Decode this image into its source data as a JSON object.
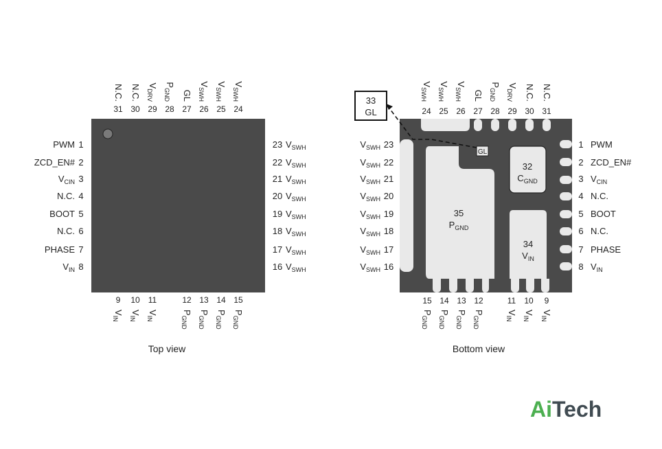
{
  "top_view": {
    "caption": "Top view",
    "left_pins": [
      {
        "num": "1",
        "name": "PWM"
      },
      {
        "num": "2",
        "name": "ZCD_EN#"
      },
      {
        "num": "3",
        "name": "V",
        "sub": "CIN"
      },
      {
        "num": "4",
        "name": "N.C."
      },
      {
        "num": "5",
        "name": "BOOT"
      },
      {
        "num": "6",
        "name": "N.C."
      },
      {
        "num": "7",
        "name": "PHASE"
      },
      {
        "num": "8",
        "name": "V",
        "sub": "IN"
      }
    ],
    "right_pins": [
      {
        "num": "23",
        "name": "V",
        "sub": "SWH"
      },
      {
        "num": "22",
        "name": "V",
        "sub": "SWH"
      },
      {
        "num": "21",
        "name": "V",
        "sub": "SWH"
      },
      {
        "num": "20",
        "name": "V",
        "sub": "SWH"
      },
      {
        "num": "19",
        "name": "V",
        "sub": "SWH"
      },
      {
        "num": "18",
        "name": "V",
        "sub": "SWH"
      },
      {
        "num": "17",
        "name": "V",
        "sub": "SWH"
      },
      {
        "num": "16",
        "name": "V",
        "sub": "SWH"
      }
    ],
    "top_pins": [
      {
        "num": "31",
        "name": "N.C."
      },
      {
        "num": "30",
        "name": "N.C."
      },
      {
        "num": "29",
        "name": "V",
        "sub": "DRV"
      },
      {
        "num": "28",
        "name": "P",
        "sub": "GND"
      },
      {
        "num": "27",
        "name": "GL"
      },
      {
        "num": "26",
        "name": "V",
        "sub": "SWH"
      },
      {
        "num": "25",
        "name": "V",
        "sub": "SWH"
      },
      {
        "num": "24",
        "name": "V",
        "sub": "SWH"
      }
    ],
    "bottom_pins": [
      {
        "num": "9",
        "name": "V",
        "sub": "IN"
      },
      {
        "num": "10",
        "name": "V",
        "sub": "IN"
      },
      {
        "num": "11",
        "name": "V",
        "sub": "IN"
      },
      {
        "num": "12",
        "name": "P",
        "sub": "GND"
      },
      {
        "num": "13",
        "name": "P",
        "sub": "GND"
      },
      {
        "num": "14",
        "name": "P",
        "sub": "GND"
      },
      {
        "num": "15",
        "name": "P",
        "sub": "GND"
      }
    ]
  },
  "bottom_view": {
    "caption": "Bottom view",
    "left_pins": [
      {
        "num": "23",
        "name": "V",
        "sub": "SWH"
      },
      {
        "num": "22",
        "name": "V",
        "sub": "SWH"
      },
      {
        "num": "21",
        "name": "V",
        "sub": "SWH"
      },
      {
        "num": "20",
        "name": "V",
        "sub": "SWH"
      },
      {
        "num": "19",
        "name": "V",
        "sub": "SWH"
      },
      {
        "num": "18",
        "name": "V",
        "sub": "SWH"
      },
      {
        "num": "17",
        "name": "V",
        "sub": "SWH"
      },
      {
        "num": "16",
        "name": "V",
        "sub": "SWH"
      }
    ],
    "right_pins": [
      {
        "num": "1",
        "name": "PWM"
      },
      {
        "num": "2",
        "name": "ZCD_EN#"
      },
      {
        "num": "3",
        "name": "V",
        "sub": "CIN"
      },
      {
        "num": "4",
        "name": "N.C."
      },
      {
        "num": "5",
        "name": "BOOT"
      },
      {
        "num": "6",
        "name": "N.C."
      },
      {
        "num": "7",
        "name": "PHASE"
      },
      {
        "num": "8",
        "name": "V",
        "sub": "IN"
      }
    ],
    "top_pins": [
      {
        "num": "24",
        "name": "V",
        "sub": "SWH"
      },
      {
        "num": "25",
        "name": "V",
        "sub": "SWH"
      },
      {
        "num": "26",
        "name": "V",
        "sub": "SWH"
      },
      {
        "num": "27",
        "name": "GL"
      },
      {
        "num": "28",
        "name": "P",
        "sub": "GND"
      },
      {
        "num": "29",
        "name": "V",
        "sub": "DRV"
      },
      {
        "num": "30",
        "name": "N.C."
      },
      {
        "num": "31",
        "name": "N.C."
      }
    ],
    "bottom_pins": [
      {
        "num": "15",
        "name": "P",
        "sub": "GND"
      },
      {
        "num": "14",
        "name": "P",
        "sub": "GND"
      },
      {
        "num": "13",
        "name": "P",
        "sub": "GND"
      },
      {
        "num": "12",
        "name": "P",
        "sub": "GND"
      },
      {
        "num": "11",
        "name": "V",
        "sub": "IN"
      },
      {
        "num": "10",
        "name": "V",
        "sub": "IN"
      },
      {
        "num": "9",
        "name": "V",
        "sub": "IN"
      }
    ],
    "pads": {
      "pad33": {
        "num": "33",
        "name": "GL"
      },
      "pad33_inner": "GL",
      "pad32": {
        "num": "32",
        "name": "C",
        "sub": "GND"
      },
      "pad35": {
        "num": "35",
        "name": "P",
        "sub": "GND"
      },
      "pad34": {
        "num": "34",
        "name": "V",
        "sub": "IN"
      }
    }
  },
  "logo": {
    "part1": "Ai",
    "part2": "Tech"
  },
  "colors": {
    "package": "#4a4a4a",
    "pad": "#e9e9e9",
    "logo_green": "#4caf50",
    "logo_dark": "#404b52"
  }
}
